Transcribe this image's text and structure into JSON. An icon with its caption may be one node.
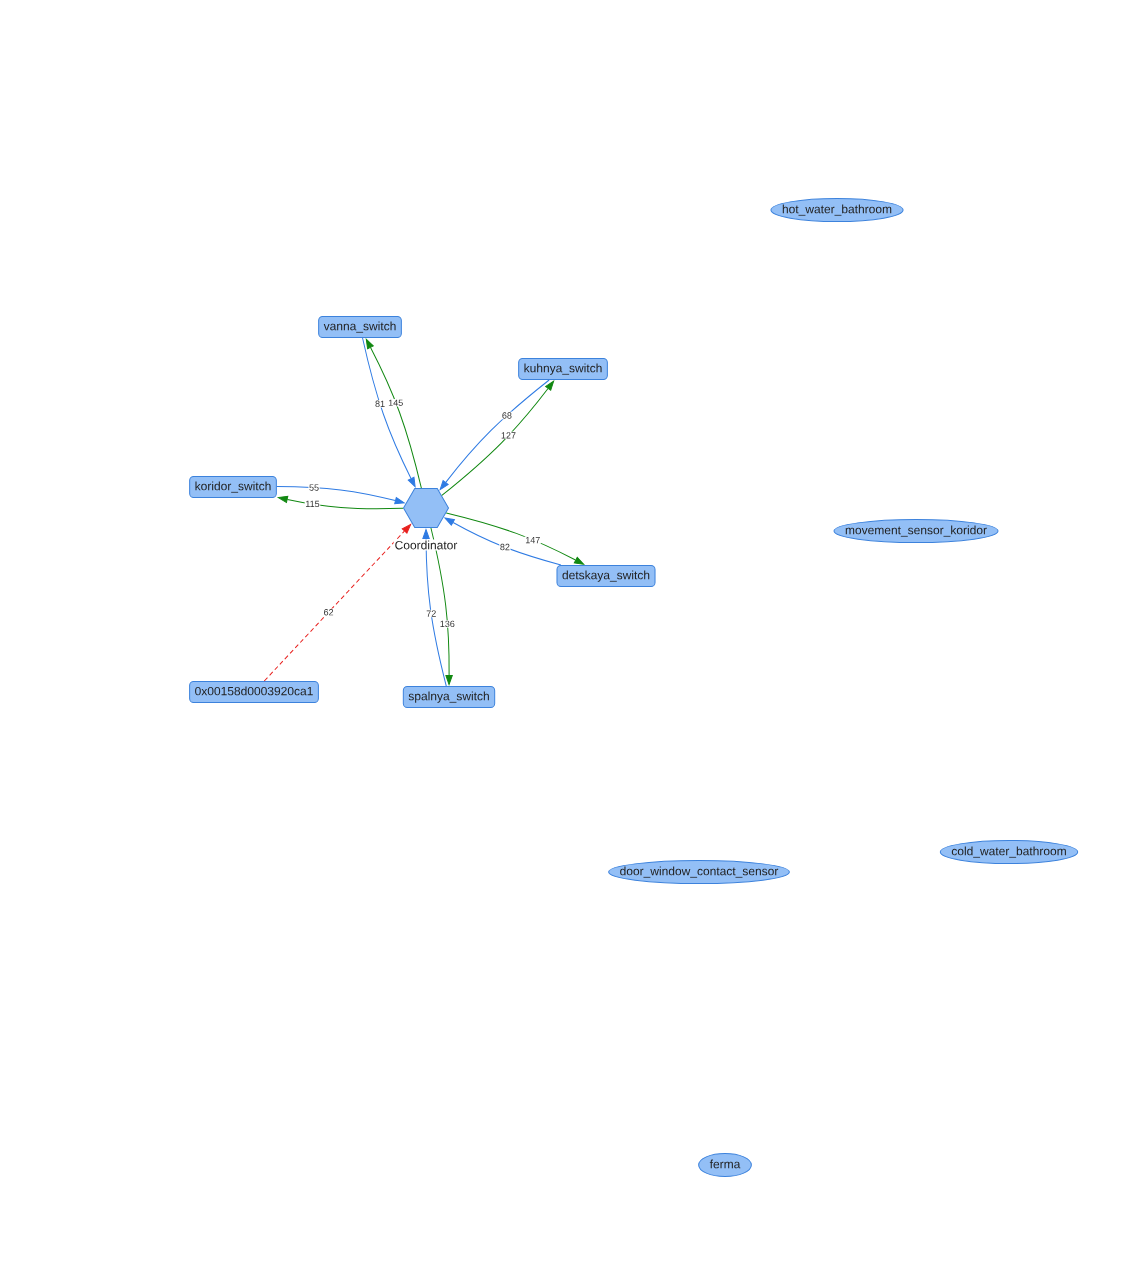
{
  "diagram": {
    "nodes": [
      {
        "text": [
          "hot_water_bathroom"
        ]
      },
      {
        "text": [
          "vanna_switch"
        ]
      },
      {
        "text": [
          "kuhnya_switch"
        ]
      },
      {
        "text": [
          "koridor_switch"
        ]
      },
      {
        "text": [
          "Coordinator"
        ]
      },
      {
        "text": [
          "movement_sensor_koridor"
        ]
      },
      {
        "text": [
          "detskaya_switch"
        ]
      },
      {
        "text": [
          "0x00158d0003920ca1"
        ]
      },
      {
        "text": [
          "spalnya_switch"
        ]
      },
      {
        "text": [
          "cold_water_bathroom"
        ]
      },
      {
        "text": [
          "door_window_contact_sensor"
        ]
      },
      {
        "text": [
          "ferma"
        ]
      }
    ],
    "edges": [
      {
        "from": 1,
        "to": 4,
        "arrow": "to",
        "label": "81"
      },
      {
        "from": 4,
        "to": 1,
        "arrow": "to",
        "label": "145",
        "color": "#118811"
      },
      {
        "from": 2,
        "to": 4,
        "arrow": "to",
        "label": "68"
      },
      {
        "from": 4,
        "to": 2,
        "arrow": "to",
        "label": "127",
        "color": "#118811"
      },
      {
        "from": 3,
        "to": 4,
        "arrow": "to",
        "label": "55"
      },
      {
        "from": 4,
        "to": 3,
        "arrow": "to",
        "label": "115",
        "color": "#118811"
      },
      {
        "from": 6,
        "to": 4,
        "arrow": "to",
        "label": "82"
      },
      {
        "from": 4,
        "to": 6,
        "arrow": "to",
        "label": "147",
        "color": "#118811"
      },
      {
        "from": 8,
        "to": 4,
        "arrow": "to",
        "label": "72"
      },
      {
        "from": 4,
        "to": 8,
        "arrow": "to",
        "label": "136",
        "color": "#118811"
      },
      {
        "from": 7,
        "to": 4,
        "arrow": "to",
        "label": "62",
        "style": "dashed",
        "color": "#e8201e"
      }
    ]
  }
}
